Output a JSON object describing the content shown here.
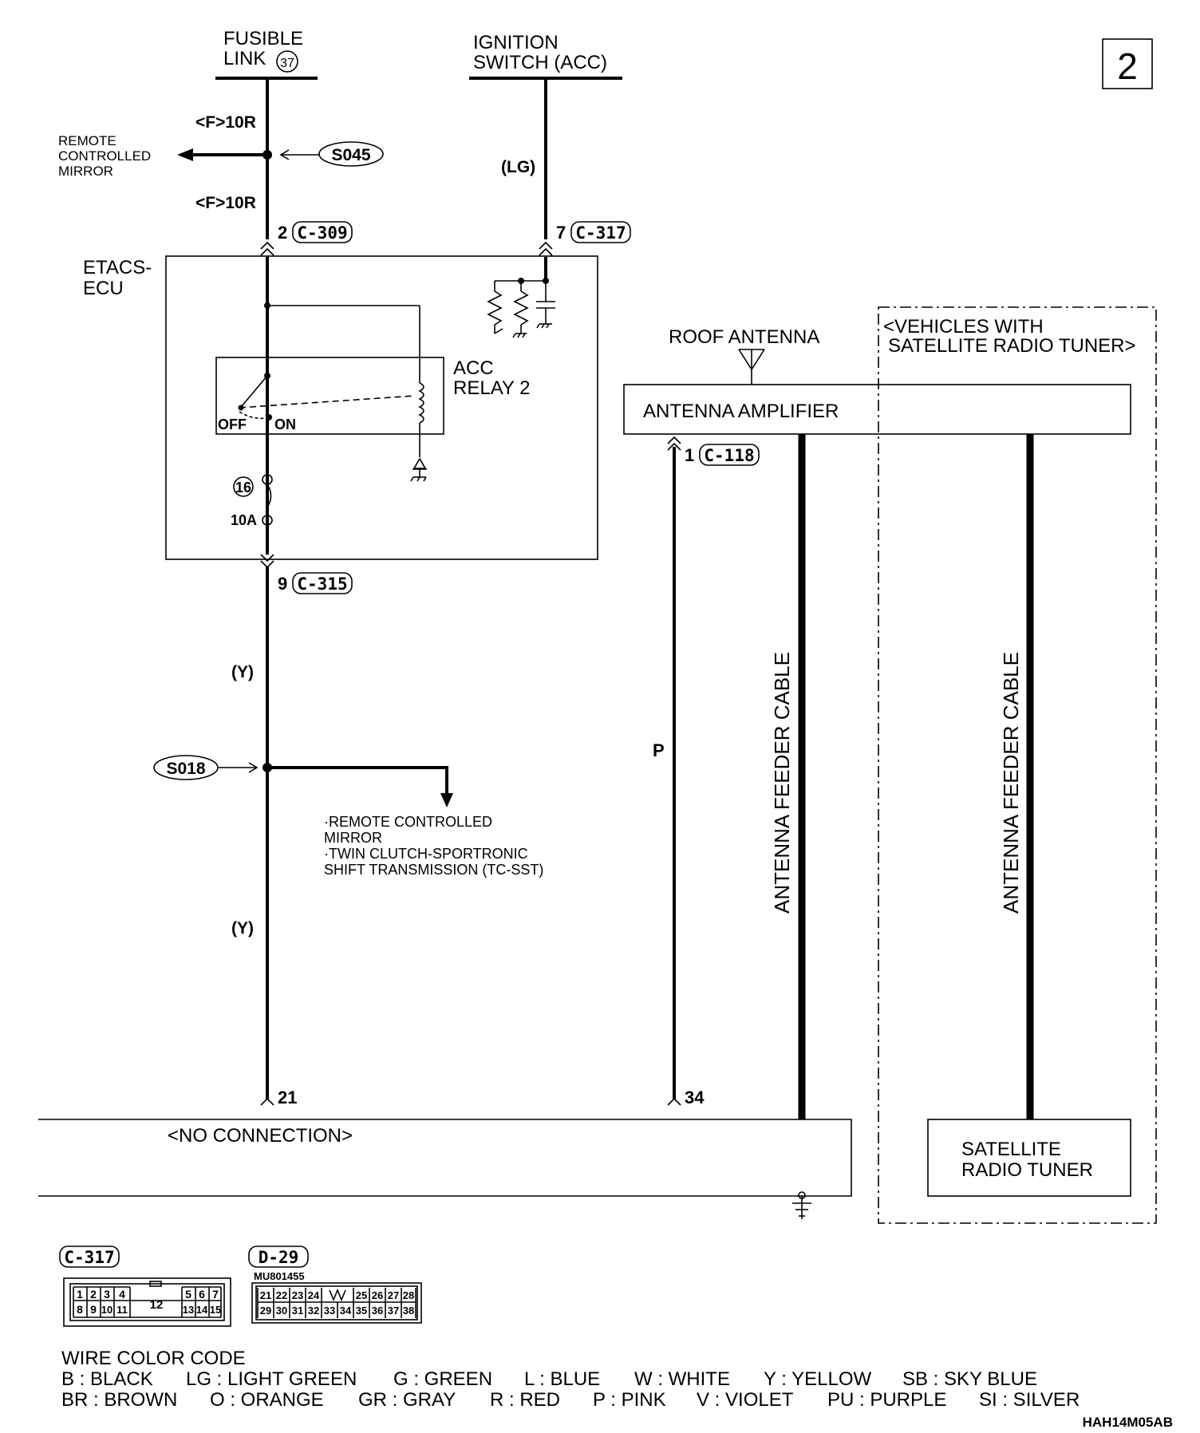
{
  "page_number": "2",
  "sources": {
    "fusible_link": {
      "line1": "FUSIBLE",
      "line2": "LINK",
      "number": "37"
    },
    "ignition_switch": {
      "line1": "IGNITION",
      "line2": "SWITCH (ACC)"
    }
  },
  "wires": {
    "f10r_top": "<F>10R",
    "f10r_bottom": "<F>10R",
    "lg": "(LG)",
    "y_upper": "(Y)",
    "y_lower": "(Y)",
    "p": "P"
  },
  "splices": {
    "s045": "S045",
    "s018": "S018"
  },
  "branches": {
    "remote_mirror": [
      "REMOTE",
      "CONTROLLED",
      "MIRROR"
    ],
    "s018_targets": [
      "·REMOTE CONTROLLED",
      " MIRROR",
      "·TWIN CLUTCH-SPORTRONIC",
      " SHIFT TRANSMISSION (TC-SST)"
    ]
  },
  "connectors": {
    "c309": {
      "pin": "2",
      "id": "C-309"
    },
    "c317": {
      "pin": "7",
      "id": "C-317"
    },
    "c315": {
      "pin": "9",
      "id": "C-315"
    },
    "c118": {
      "pin": "1",
      "id": "C-118"
    },
    "pin21": "21",
    "pin34": "34"
  },
  "etacs": {
    "label1": "ETACS-",
    "label2": "ECU",
    "relay1": "ACC",
    "relay2": "RELAY 2",
    "off": "OFF",
    "on": "ON",
    "fuse_number": "16",
    "fuse_rating": "10A"
  },
  "antenna": {
    "roof": "ROOF ANTENNA",
    "amplifier": "ANTENNA AMPLIFIER",
    "feeder_cable_1": "ANTENNA FEEDER CABLE",
    "feeder_cable_2": "ANTENNA FEEDER CABLE",
    "satellite_note1": "<VEHICLES WITH",
    "satellite_note2": "SATELLITE RADIO TUNER>",
    "satellite_tuner1": "SATELLITE",
    "satellite_tuner2": "RADIO TUNER"
  },
  "no_connection": "<NO CONNECTION>",
  "connector_views": {
    "c317": {
      "id": "C-317",
      "row1_left": [
        "1",
        "2",
        "3",
        "4"
      ],
      "row1_right": [
        "5",
        "6",
        "7"
      ],
      "row2_left": [
        "8",
        "9",
        "10",
        "11"
      ],
      "row2_right": [
        "13",
        "14",
        "15"
      ],
      "center": "12"
    },
    "d29": {
      "id": "D-29",
      "part_number": "MU801455",
      "row1_left": [
        "21",
        "22",
        "23",
        "24"
      ],
      "row1_right": [
        "25",
        "26",
        "27",
        "28"
      ],
      "row2": [
        "29",
        "30",
        "31",
        "32",
        "33",
        "34",
        "35",
        "36",
        "37",
        "38"
      ]
    }
  },
  "wire_color_code": {
    "title": "WIRE COLOR CODE",
    "row1": [
      "B : BLACK",
      "LG : LIGHT GREEN",
      "G : GREEN",
      "L : BLUE",
      "W : WHITE",
      "Y : YELLOW",
      "SB : SKY BLUE"
    ],
    "row2": [
      "BR : BROWN",
      "O : ORANGE",
      "GR : GRAY",
      "R : RED",
      "P : PINK",
      "V : VIOLET",
      "PU : PURPLE",
      "SI : SILVER"
    ]
  },
  "figure_code": "HAH14M05AB"
}
